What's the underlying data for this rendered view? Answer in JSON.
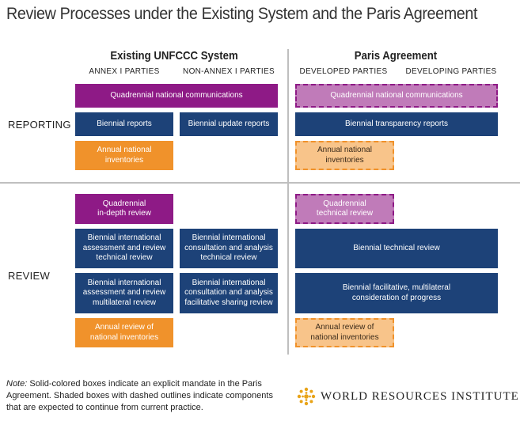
{
  "title": "Review Processes under the Existing System and the Paris Agreement",
  "systems": {
    "existing": "Existing UNFCCC System",
    "paris": "Paris Agreement"
  },
  "columns": {
    "annex1": "ANNEX I PARTIES",
    "non_annex1": "NON-ANNEX I PARTIES",
    "developed": "DEVELOPED PARTIES",
    "developing": "DEVELOPING PARTIES"
  },
  "rows": {
    "reporting": "REPORTING",
    "review": "REVIEW"
  },
  "boxes": {
    "existing_quadrennial_comms": "Quadrennial national communications",
    "existing_biennial_reports": "Biennial reports",
    "existing_biennial_update_reports": "Biennial update reports",
    "existing_annual_inventories": "Annual national\ninventories",
    "paris_quadrennial_comms": "Quadrennial national communications",
    "paris_biennial_transparency": "Biennial transparency reports",
    "paris_annual_inventories": "Annual national\ninventories",
    "existing_indepth_review": "Quadrennial\nin-depth review",
    "existing_iar_technical": "Biennial international\nassessment and review\ntechnical review",
    "existing_ica_technical": "Biennial international\nconsultation and analysis\ntechnical review",
    "existing_iar_multilateral": "Biennial international\nassessment and review\nmultilateral review",
    "existing_ica_facilitative": "Biennial international\nconsultation and analysis\nfacilitative sharing review",
    "existing_inventory_review": "Annual review of\nnational inventories",
    "paris_technical_review_quad": "Quadrennial\ntechnical review",
    "paris_biennial_technical": "Biennial technical review",
    "paris_facilitative": "Biennial facilitative, multilateral\nconsideration of progress",
    "paris_inventory_review": "Annual review of\nnational inventories"
  },
  "note": {
    "label": "Note:",
    "text": " Solid-colored boxes indicate an explicit mandate in the Paris Agreement. Shaded boxes with dashed outlines indicate components that are expected to continue from current practice."
  },
  "logo": {
    "text": "WORLD RESOURCES INSTITUTE",
    "icon": "wri-logo-icon"
  },
  "colors": {
    "purple": "#8e1a86",
    "navy": "#1d4278",
    "orange": "#f0922b",
    "purple_shaded": "#c07bb9",
    "orange_shaded": "#f8c48a",
    "logo_gold": "#e8a317"
  }
}
